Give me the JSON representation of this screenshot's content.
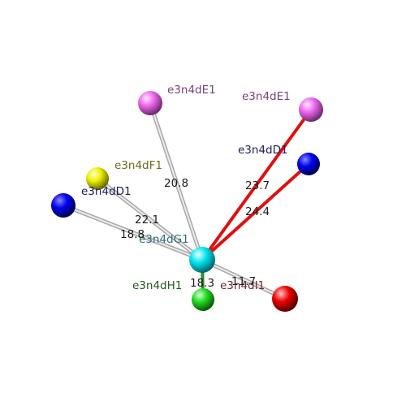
{
  "colors": {
    "grey_bond": "#d2d2d2",
    "red_bond": "#dd1111",
    "green_bond": "#2e8b2e"
  },
  "atoms": {
    "center": {
      "label": "e3n4dG1",
      "color": "#00e5ef",
      "label_color": "#2e6b7a"
    },
    "e1_left": {
      "label": "e3n4dE1",
      "color": "#ee66ee",
      "label_color": "#7a3f7a"
    },
    "e1_right": {
      "label": "e3n4dE1",
      "color": "#ee66ee",
      "label_color": "#7a3f7a"
    },
    "d1_right": {
      "label": "e3n4dD1",
      "color": "#0000ee",
      "label_color": "#1a1a5e"
    },
    "f1": {
      "label": "e3n4dF1",
      "color": "#eeee00",
      "label_color": "#6b6b1a"
    },
    "d1_left": {
      "label": "e3n4dD1",
      "color": "#0000ee",
      "label_color": "#1a1a5e"
    },
    "h1": {
      "label": "e3n4dH1",
      "color": "#22dd22",
      "label_color": "#1f5e1f"
    },
    "i1": {
      "label": "e3n4dI1",
      "color": "#ee0000",
      "label_color": "#6b2a2a"
    }
  },
  "bonds": {
    "to_e1_left": {
      "distance": "20.8"
    },
    "to_e1_right": {
      "distance": "23.7"
    },
    "to_d1_right": {
      "distance": "24.4"
    },
    "to_f1": {
      "distance": "22.1"
    },
    "to_d1_left": {
      "distance": "18.8"
    },
    "to_h1": {
      "distance": "18.3"
    },
    "to_i1": {
      "distance": "11.7"
    }
  }
}
